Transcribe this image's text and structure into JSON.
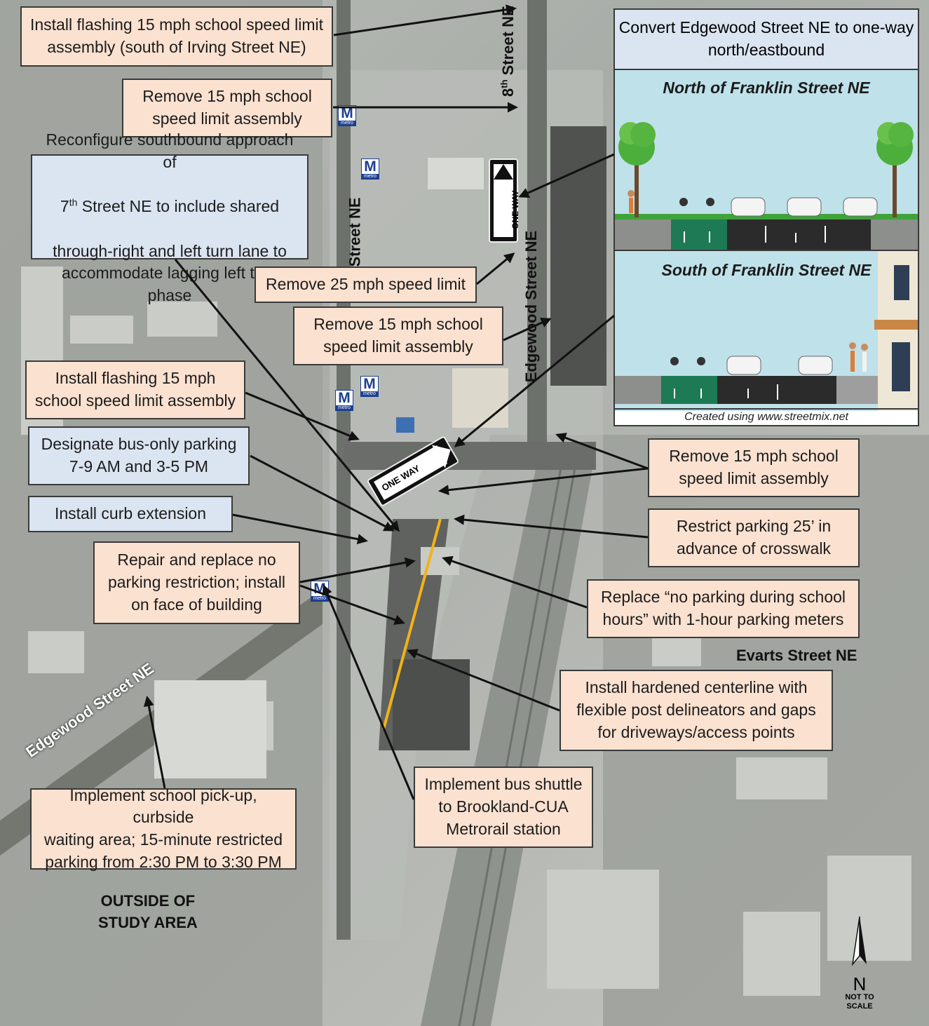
{
  "callouts": {
    "flashing_irving": "Install flashing 15 mph school speed limit\nassembly (south of Irving Street NE)",
    "remove_15_top": "Remove 15 mph school\nspeed limit assembly",
    "reconfigure_7th_line1": "Reconfigure southbound approach of",
    "reconfigure_7th_7": "7",
    "reconfigure_7th_sup": "th",
    "reconfigure_7th_line2_rest": " Street NE to include shared",
    "reconfigure_7th_line3": "through-right and left turn lane to\naccommodate lagging left turn phase",
    "remove_25": "Remove 25 mph speed limit",
    "remove_15_mid": "Remove 15 mph school\nspeed limit assembly",
    "flashing_15": "Install flashing 15 mph\nschool speed limit assembly",
    "bus_only_parking": "Designate bus-only parking\n7-9 AM and 3-5 PM",
    "curb_extension": "Install curb extension",
    "repair_no_parking": "Repair and replace no\nparking restriction; install\non face of building",
    "remove_15_right": "Remove 15 mph school\nspeed limit assembly",
    "restrict_parking": "Restrict parking 25’ in\nadvance of crosswalk",
    "replace_no_parking": "Replace “no parking during school\nhours” with 1-hour parking meters",
    "hardened_centerline": "Install hardened centerline with\nflexible post delineators and gaps\nfor driveways/access points",
    "bus_shuttle": "Implement bus shuttle\nto Brookland-CUA\nMetrorail station",
    "school_pickup": "Implement school pick-up, curbside\nwaiting area; 15-minute restricted\nparking from 2:30 PM to 3:30 PM"
  },
  "cross_section": {
    "header": "Convert Edgewood Street NE to one-way\nnorth/eastbound",
    "north_title": "North of Franklin Street NE",
    "south_title": "South of Franklin Street NE",
    "credit": "Created using www.streetmix.net"
  },
  "streets": {
    "eighth_8": "8",
    "eighth_sup": "th",
    "eighth_rest": " Street NE",
    "seventh_partial": "Street NE",
    "edgewood_vertical": "Edgewood Street NE",
    "edgewood_diag": "Edgewood Street NE",
    "evarts": "Evarts Street NE"
  },
  "signs": {
    "one_way": "ONE WAY"
  },
  "metro": {
    "letter": "M",
    "word": "metro"
  },
  "outside_area": "OUTSIDE OF\nSTUDY AREA",
  "north_arrow": {
    "letter": "N",
    "note": "NOT TO\nSCALE"
  },
  "colors": {
    "callout_peach": "#fbe1d0",
    "callout_blue": "#dbe4f1",
    "centerline": "#f2b21a",
    "bike_lane": "#1e7a55",
    "sky": "#bfe1ea"
  }
}
